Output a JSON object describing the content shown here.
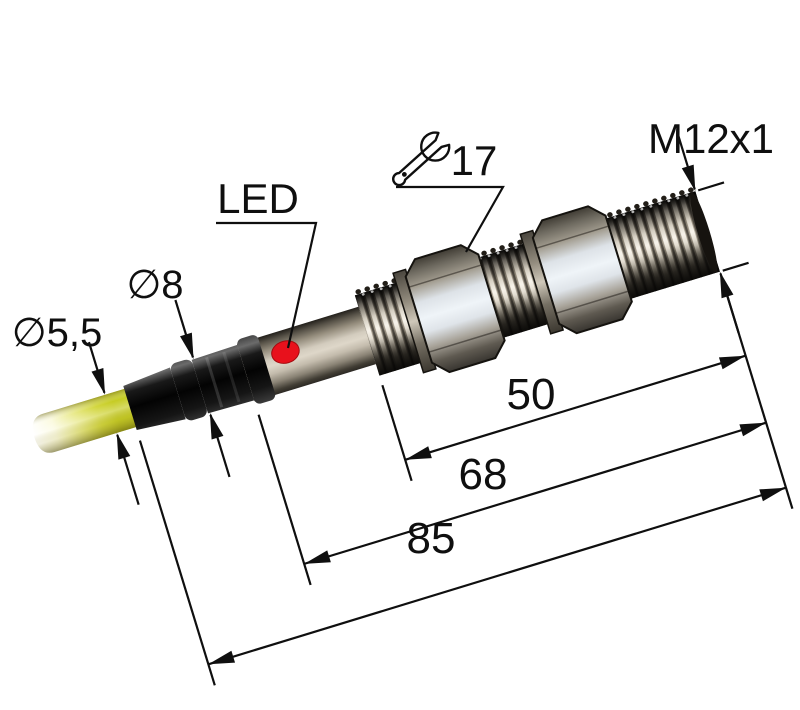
{
  "drawing": {
    "title": "Cylindrical threaded sensor — dimension drawing",
    "type": "technical-dimension-drawing",
    "subject": "M12x1 threaded cylindrical sensor with axial cable, two hex nuts and LED indicator",
    "labels": {
      "cable_diameter": "∅5,5",
      "rear_diameter": "∅8",
      "led_indicator": "LED",
      "wrench_size": "17",
      "thread_spec": "M12x1"
    },
    "dimensions": {
      "thread_length": "50",
      "housing_length": "68",
      "overall_length": "85"
    },
    "colors": {
      "background": "#ffffff",
      "line": "#0f0f0f",
      "cable_yellow": "#c6cc24",
      "led_red": "#e8111c",
      "nut_highlight": "#eff4f8",
      "metal_mid": "#d3ccbe",
      "black_part": "#0a0a0a"
    }
  }
}
